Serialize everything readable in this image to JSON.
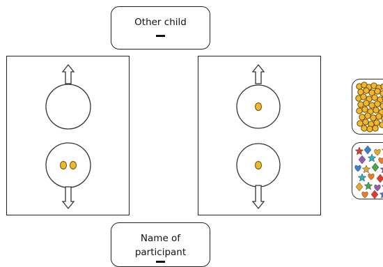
{
  "top_label": {
    "text": "Other child"
  },
  "bottom_label": {
    "text_line1": "Name of",
    "text_line2": "participant"
  },
  "panels": [
    {
      "name": "left",
      "upper_plate_tokens": 0,
      "lower_plate_tokens": 2
    },
    {
      "name": "right",
      "upper_plate_tokens": 1,
      "lower_plate_tokens": 1
    }
  ],
  "stimulus_cards": [
    {
      "name": "coins",
      "icon": "gold-coins-pile"
    },
    {
      "name": "stickers",
      "icon": "colorful-stickers-pile"
    }
  ],
  "colors": {
    "token_fill": "#f0b92b",
    "token_stroke": "#6b4a00",
    "line": "#222222"
  }
}
